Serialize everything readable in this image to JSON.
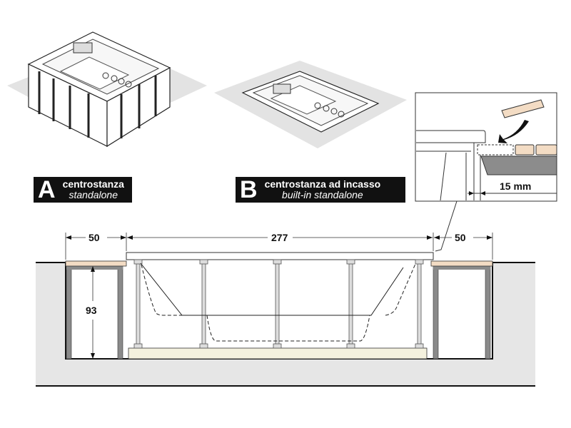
{
  "options": [
    {
      "letter": "A",
      "title": "centrostanza",
      "subtitle": "standalone"
    },
    {
      "letter": "B",
      "title": "centrostanza ad incasso",
      "subtitle": "built-in standalone"
    }
  ],
  "detail": {
    "gap_label": "15 mm"
  },
  "section": {
    "dim_left": "50",
    "dim_center": "277",
    "dim_right": "50",
    "dim_height": "93"
  },
  "colors": {
    "wood": "#f3dcc4",
    "ground": "#e6e6e6",
    "post": "#8a8a8a",
    "base": "#f4f1de"
  }
}
